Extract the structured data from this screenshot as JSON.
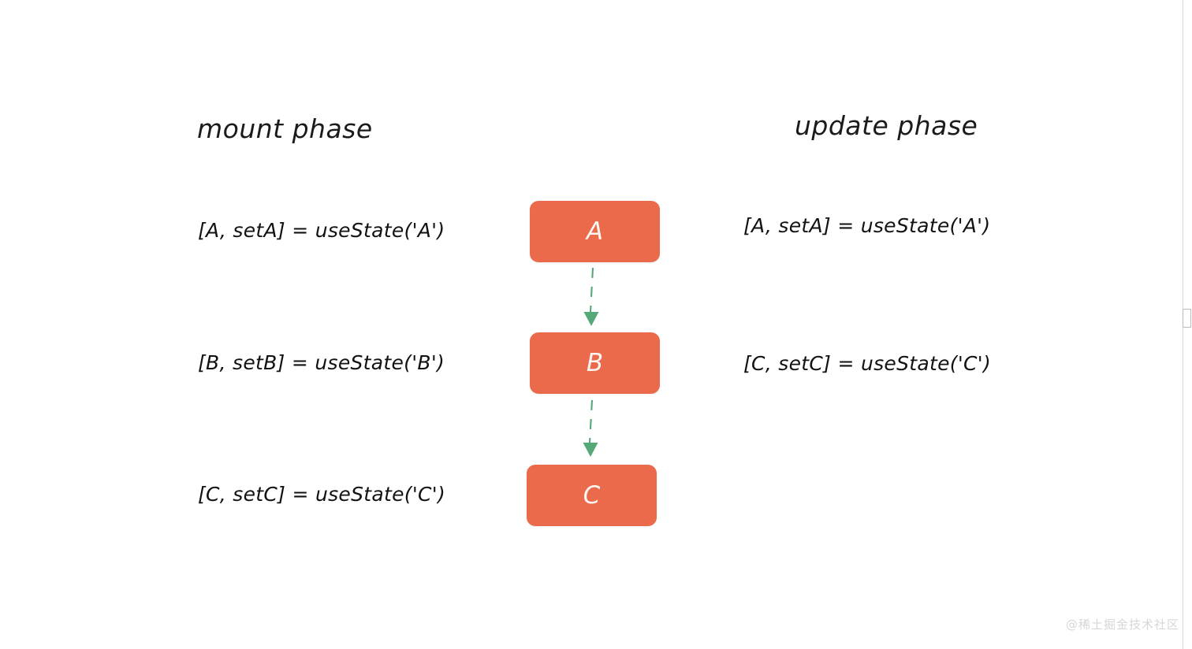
{
  "diagram": {
    "title_left": "mount phase",
    "title_right": "update phase",
    "background_color": "#ffffff",
    "box_color": "#ec6a4c",
    "box_label_color": "#fdf6f2",
    "arrow_color": "#56a878",
    "text_color": "#121212"
  },
  "mount_phase": {
    "heading": "mount phase",
    "expressions": [
      "[A, setA] = useState('A')",
      "[B, setB] = useState('B')",
      "[C, setC] = useState('C')"
    ]
  },
  "update_phase": {
    "heading": "update phase",
    "expressions": [
      "[A, setA] = useState('A')",
      "[C, setC] = useState('C')"
    ]
  },
  "flow": {
    "nodes": [
      {
        "id": "a",
        "label": "A"
      },
      {
        "id": "b",
        "label": "B"
      },
      {
        "id": "c",
        "label": "C"
      }
    ],
    "connections": [
      {
        "from": "A",
        "to": "B",
        "style": "dashed",
        "direction": "down"
      },
      {
        "from": "B",
        "to": "C",
        "style": "dashed",
        "direction": "down"
      }
    ]
  },
  "watermark": {
    "text": "@稀土掘金技术社区"
  }
}
